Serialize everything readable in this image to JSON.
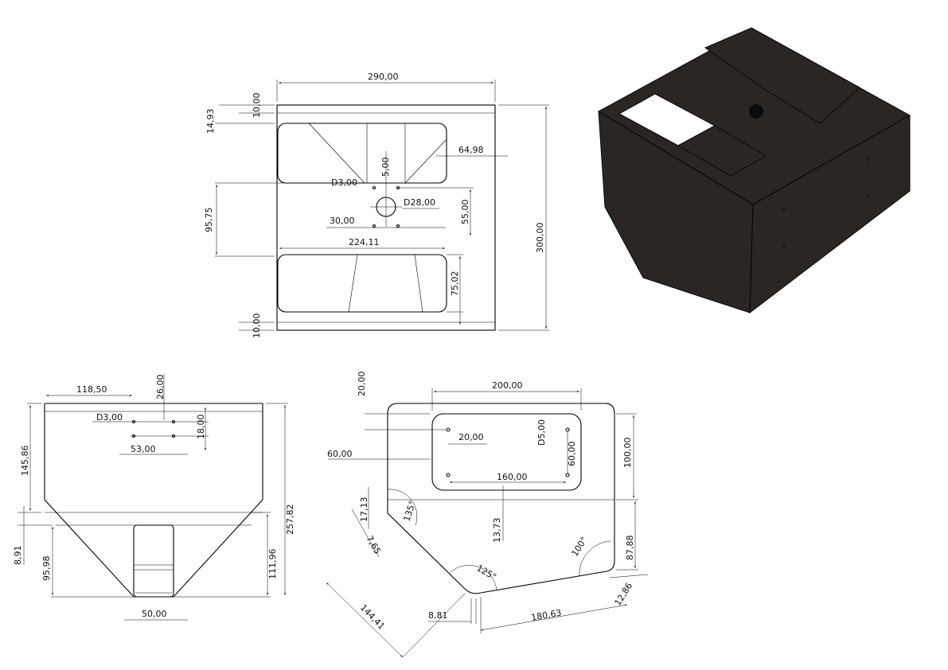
{
  "top_view": {
    "width": "290,00",
    "height": "300,00",
    "top_flange": "10,00",
    "top_offset": "14,93",
    "bottom_flange": "10,00",
    "hole_spacing_small": "5,00",
    "hole_small_dia": "D3,00",
    "hole_large_dia": "D28,00",
    "hole_x_spacing": "30,00",
    "hole_y_offset": "55,00",
    "slot_offset": "64,98",
    "center_dist": "95,75",
    "slot_width": "224,11",
    "slot_height": "75,02"
  },
  "front_view": {
    "hole_x": "118,50",
    "hole_y": "26,00",
    "hole_dia": "D3,00",
    "hole_pitch_y": "18,00",
    "hole_pitch_x": "53,00",
    "upper_height": "145,86",
    "small_gap": "8,91",
    "lower_height": "95,98",
    "hopper_height": "111,96",
    "total_height": "257,82",
    "outlet_width": "50,00"
  },
  "side_view": {
    "top_offset": "20,00",
    "pocket_width": "200,00",
    "hole_inset": "20,00",
    "hole_dia": "D5,00",
    "left_offset": "60,00",
    "hole_pitch_y": "60,00",
    "upper_height": "100,00",
    "hole_pitch_x": "160,00",
    "ledge": "17,13",
    "mid_offset": "13,73",
    "angle_left": "135°",
    "chamfer": "7,65",
    "angle_bottom": "125°",
    "angle_right": "100°",
    "right_height": "87,88",
    "slope_left": "144,41",
    "bottom_flat": "8,81",
    "slope_right": "180,63",
    "right_chamfer": "12,86"
  },
  "iso_view": {
    "body_color": "#2a2624",
    "edge_color": "#0a0a0a",
    "highlight_color": "#ffffff"
  }
}
